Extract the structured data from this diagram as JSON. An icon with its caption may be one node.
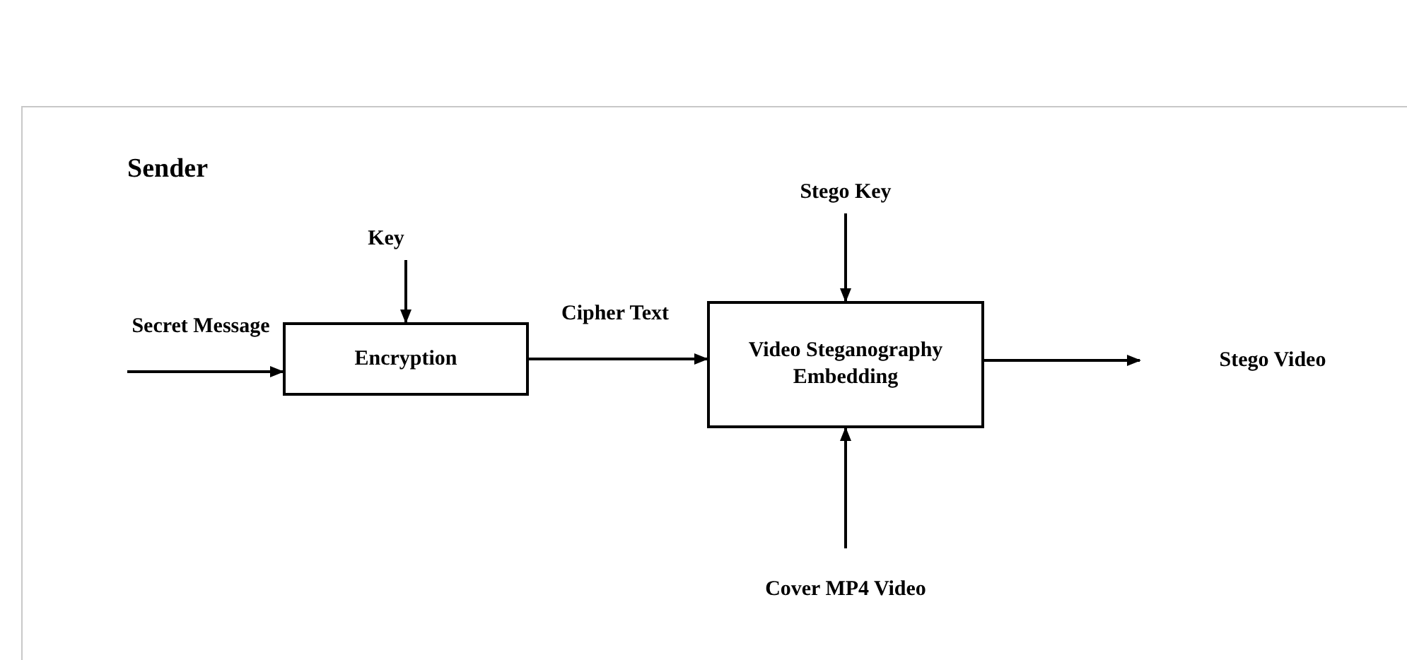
{
  "diagram": {
    "nodes": [
      {
        "text": [
          "Encryption"
        ]
      },
      {
        "text": [
          "Key"
        ]
      },
      {
        "text": [
          "Video Steganography Embedding"
        ]
      },
      {
        "text": [
          "Stego Key"
        ]
      },
      {
        "text": [
          "Cover MP4 Video"
        ]
      },
      {
        "text": [
          "Stego Video"
        ]
      }
    ],
    "edges": [
      {
        "from": null,
        "to": 0,
        "arrow": "to",
        "label": "Secret Message"
      },
      {
        "from": 1,
        "to": 0,
        "arrow": "to"
      },
      {
        "from": 0,
        "to": 2,
        "arrow": "to",
        "label": "Cipher Text"
      },
      {
        "from": 3,
        "to": 2,
        "arrow": "to"
      },
      {
        "from": 4,
        "to": 2,
        "arrow": "to"
      },
      {
        "from": 2,
        "to": 5,
        "arrow": "to"
      }
    ],
    "labels": [
      "Sender"
    ]
  }
}
